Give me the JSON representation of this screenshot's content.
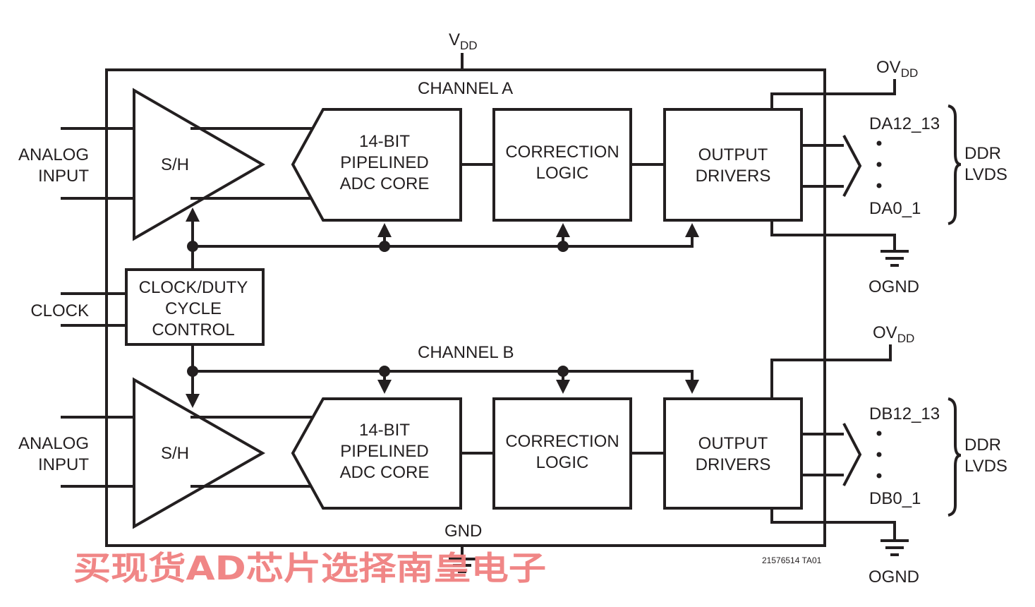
{
  "supply": {
    "vdd_base": "V",
    "vdd_sub": "DD",
    "gnd": "GND"
  },
  "channel_a": {
    "title": "CHANNEL A",
    "sh": "S/H",
    "adc": [
      "14-BIT",
      "PIPELINED",
      "ADC CORE"
    ],
    "correction": [
      "CORRECTION",
      "LOGIC"
    ],
    "drivers": [
      "OUTPUT",
      "DRIVERS"
    ],
    "ovdd_base": "OV",
    "ovdd_sub": "DD",
    "ognd": "OGND",
    "bus_top": "DA12_13",
    "bus_bottom": "DA0_1",
    "bus_type": [
      "DDR",
      "LVDS"
    ],
    "input": [
      "ANALOG",
      "INPUT"
    ]
  },
  "channel_b": {
    "title": "CHANNEL B",
    "sh": "S/H",
    "adc": [
      "14-BIT",
      "PIPELINED",
      "ADC CORE"
    ],
    "correction": [
      "CORRECTION",
      "LOGIC"
    ],
    "drivers": [
      "OUTPUT",
      "DRIVERS"
    ],
    "ovdd_base": "OV",
    "ovdd_sub": "DD",
    "ognd": "OGND",
    "bus_top": "DB12_13",
    "bus_bottom": "DB0_1",
    "bus_type": [
      "DDR",
      "LVDS"
    ],
    "input": [
      "ANALOG",
      "INPUT"
    ]
  },
  "clock": {
    "label": "CLOCK",
    "block": [
      "CLOCK/DUTY",
      "CYCLE",
      "CONTROL"
    ]
  },
  "figure_id": "21576514 TA01",
  "watermark": "买现货AD芯片选择南皇电子",
  "colors": {
    "line": "#231f20",
    "watermark": "#f08080"
  }
}
